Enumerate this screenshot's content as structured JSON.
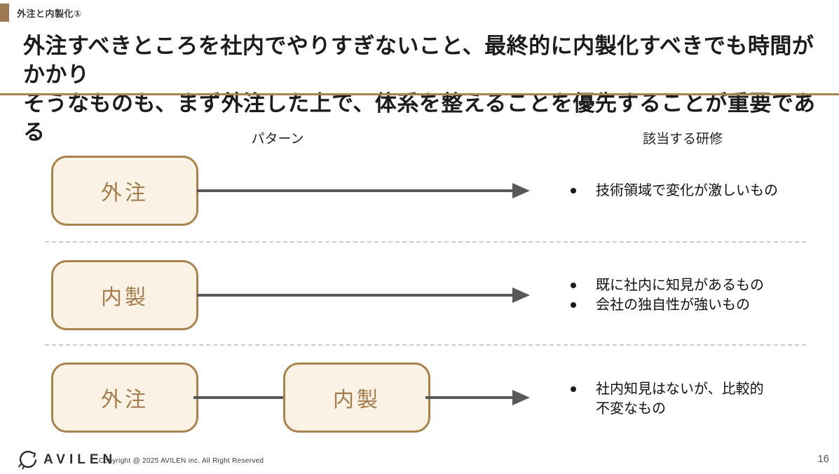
{
  "kicker": {
    "label": "外注と内製化①",
    "accent_color": "#9c7950"
  },
  "title": {
    "line1": "外注すべきところを社内でやりすぎないこと、最終的に内製化すべきでも時間がかかり",
    "line2": "そうなものも、まず外注した上で、体系を整えることを優先することが重要である",
    "underline_color": "#a5854f"
  },
  "columns": {
    "left": "パターン",
    "right": "該当する研修"
  },
  "rows": [
    {
      "boxes": [
        "外注"
      ],
      "bullets": [
        "技術領域で変化が激しいもの"
      ]
    },
    {
      "boxes": [
        "内製"
      ],
      "bullets": [
        "既に社内に知見があるもの",
        "会社の独自性が強いもの"
      ]
    },
    {
      "boxes": [
        "外注",
        "内製"
      ],
      "bullets": [
        "社内知見はないが、比較的\n不変なもの"
      ]
    }
  ],
  "colors": {
    "box_border": "#a9824e",
    "box_fill": "#faf2e4",
    "box_text": "#a57c4c",
    "arrow": "#595959",
    "divider": "#cccccc"
  },
  "icons": {
    "logo": "avilen-lion-logo-icon"
  },
  "footer": {
    "brand": "AVILEN",
    "copyright": "Copyright @ 2025 AVILEN inc. All Right Reserved",
    "page_number": "16"
  }
}
